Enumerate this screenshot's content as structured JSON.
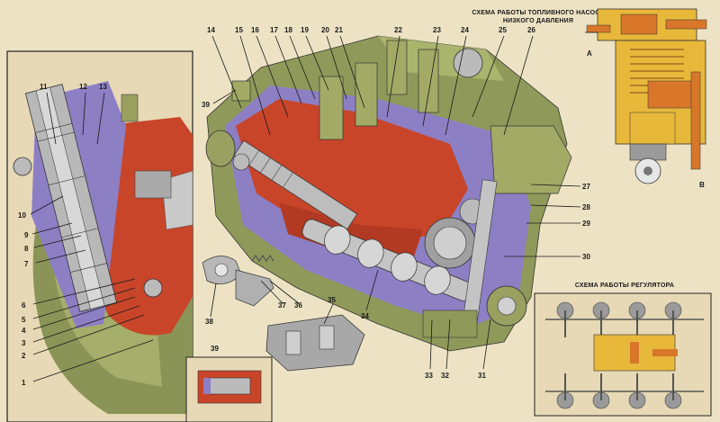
{
  "titles": {
    "pump_scheme_line1": "СХЕМА РАБОТЫ ТОПЛИВНОГО НАСОСА",
    "pump_scheme_line2": "НИЗКОГО ДАВЛЕНИЯ",
    "regulator_scheme": "СХЕМА РАБОТЫ РЕГУЛЯТОРА"
  },
  "pump_scheme_labels": {
    "inlet": "А",
    "outlet": "В"
  },
  "callouts": [
    "1",
    "2",
    "3",
    "4",
    "5",
    "6",
    "7",
    "8",
    "9",
    "10",
    "11",
    "12",
    "13",
    "14",
    "15",
    "16",
    "17",
    "18",
    "19",
    "20",
    "21",
    "22",
    "23",
    "24",
    "25",
    "26",
    "27",
    "28",
    "29",
    "30",
    "31",
    "32",
    "33",
    "34",
    "35",
    "36",
    "37",
    "38",
    "39"
  ],
  "colors": {
    "background": "#ede3c4",
    "housing_green": "#8f9a5a",
    "cutaway_red": "#c8452a",
    "cutaway_violet": "#8c7fc4",
    "scheme_yellow": "#e8b83a",
    "scheme_orange": "#d8772a"
  }
}
